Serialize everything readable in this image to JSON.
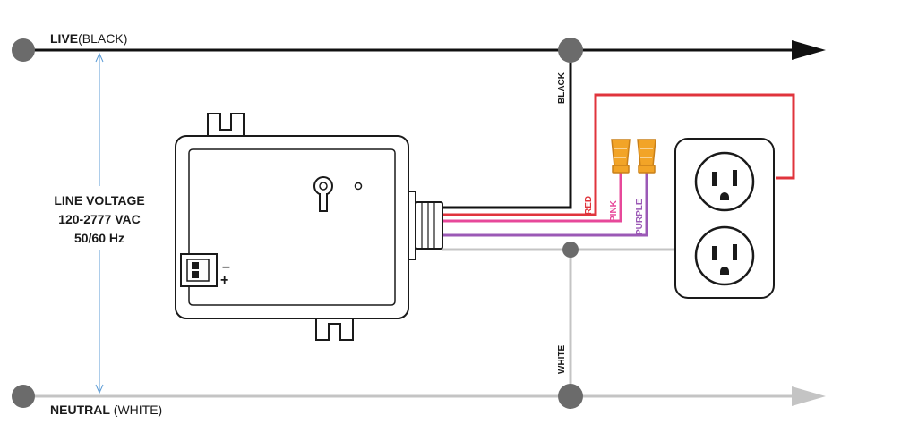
{
  "labels": {
    "live_bold": "LIVE",
    "live_rest": "(BLACK)",
    "neutral_bold": "NEUTRAL",
    "neutral_rest": " (WHITE)",
    "voltage_line1": "LINE VOLTAGE",
    "voltage_line2": "120-2777 VAC",
    "voltage_line3": "50/60 Hz",
    "black": "BLACK",
    "white": "WHITE",
    "red": "RED",
    "pink": "PINK",
    "purple": "PURPLE",
    "minus": "–",
    "plus": "+"
  },
  "colors": {
    "live": "#111111",
    "neutral": "#c4c4c4",
    "red": "#e0343c",
    "pink": "#e7489a",
    "purple": "#9b59b6",
    "wire_nut": "#f2a427",
    "node": "#6b6b6b",
    "dimension": "#5b9bd5"
  }
}
